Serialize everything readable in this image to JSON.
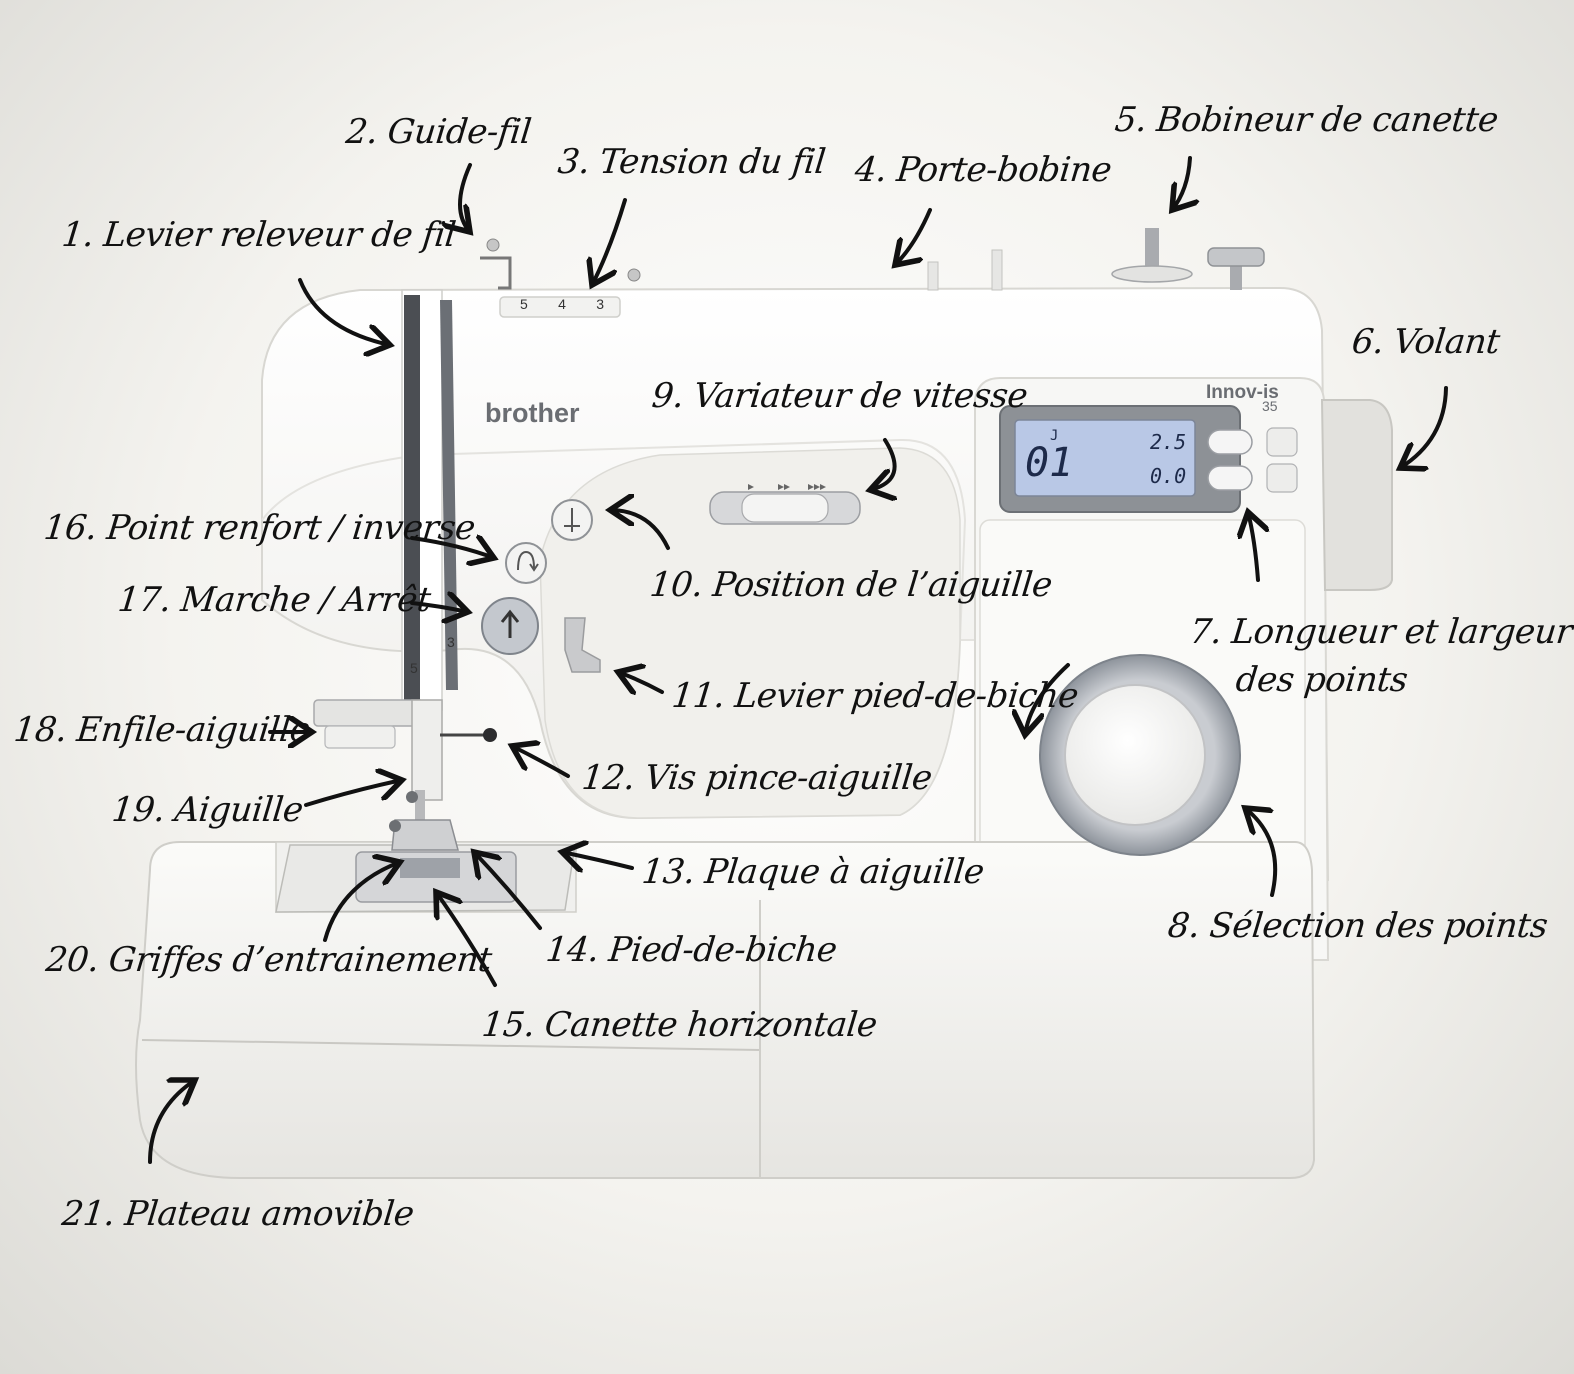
{
  "brand": {
    "name": "brother",
    "model": "Innov-is",
    "model_number": "35"
  },
  "display": {
    "pattern": "01",
    "length": "2.5",
    "width": "0.0",
    "indicator": "J"
  },
  "dial_numbers": [
    "5",
    "4",
    "3"
  ],
  "needle_marks": {
    "left": "5",
    "right": "3"
  },
  "labels": [
    {
      "id": "l1",
      "text": "1. Levier releveur de fil"
    },
    {
      "id": "l2",
      "text": "2. Guide-fil"
    },
    {
      "id": "l3",
      "text": "3. Tension du fil"
    },
    {
      "id": "l4",
      "text": "4. Porte-bobine"
    },
    {
      "id": "l5",
      "text": "5. Bobineur de canette"
    },
    {
      "id": "l6",
      "text": "6. Volant"
    },
    {
      "id": "l7a",
      "text": "7. Longueur et largeur"
    },
    {
      "id": "l7b",
      "text": "des points"
    },
    {
      "id": "l8",
      "text": "8. Sélection des points"
    },
    {
      "id": "l9",
      "text": "9. Variateur de vitesse"
    },
    {
      "id": "l10",
      "text": "10. Position de l’aiguille"
    },
    {
      "id": "l11",
      "text": "11. Levier pied-de-biche"
    },
    {
      "id": "l12",
      "text": "12. Vis pince-aiguille"
    },
    {
      "id": "l13",
      "text": "13. Plaque à aiguille"
    },
    {
      "id": "l14",
      "text": "14. Pied-de-biche"
    },
    {
      "id": "l15",
      "text": "15. Canette horizontale"
    },
    {
      "id": "l16",
      "text": "16. Point renfort / inverse"
    },
    {
      "id": "l17",
      "text": "17. Marche / Arrêt"
    },
    {
      "id": "l18",
      "text": "18. Enfile-aiguille"
    },
    {
      "id": "l19",
      "text": "19. Aiguille"
    },
    {
      "id": "l20",
      "text": "20. Griffes d’entrainement"
    },
    {
      "id": "l21",
      "text": "21. Plateau amovible"
    }
  ]
}
